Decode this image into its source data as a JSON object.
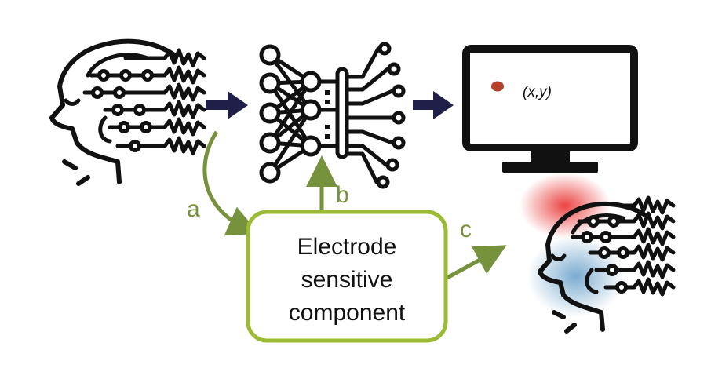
{
  "colors": {
    "ink": "#111111",
    "pipeline_arrow": "#1f1f4a",
    "green": "#76923c",
    "box_border": "#9bbb35",
    "dot": "#b5402a",
    "heat_red": "#e8302e",
    "heat_blue": "#4f8fbf"
  },
  "icons": {
    "eeg_head": "eeg-head-icon",
    "network": "neural-network-icon",
    "monitor": "monitor-icon",
    "heatmap_head": "eeg-heatmap-head-icon"
  },
  "screen": {
    "coordinate": "(x,y)"
  },
  "labels": {
    "a": "a",
    "b": "b",
    "c": "c"
  },
  "box": {
    "lines": [
      "Electrode",
      "sensitive",
      "component"
    ]
  }
}
